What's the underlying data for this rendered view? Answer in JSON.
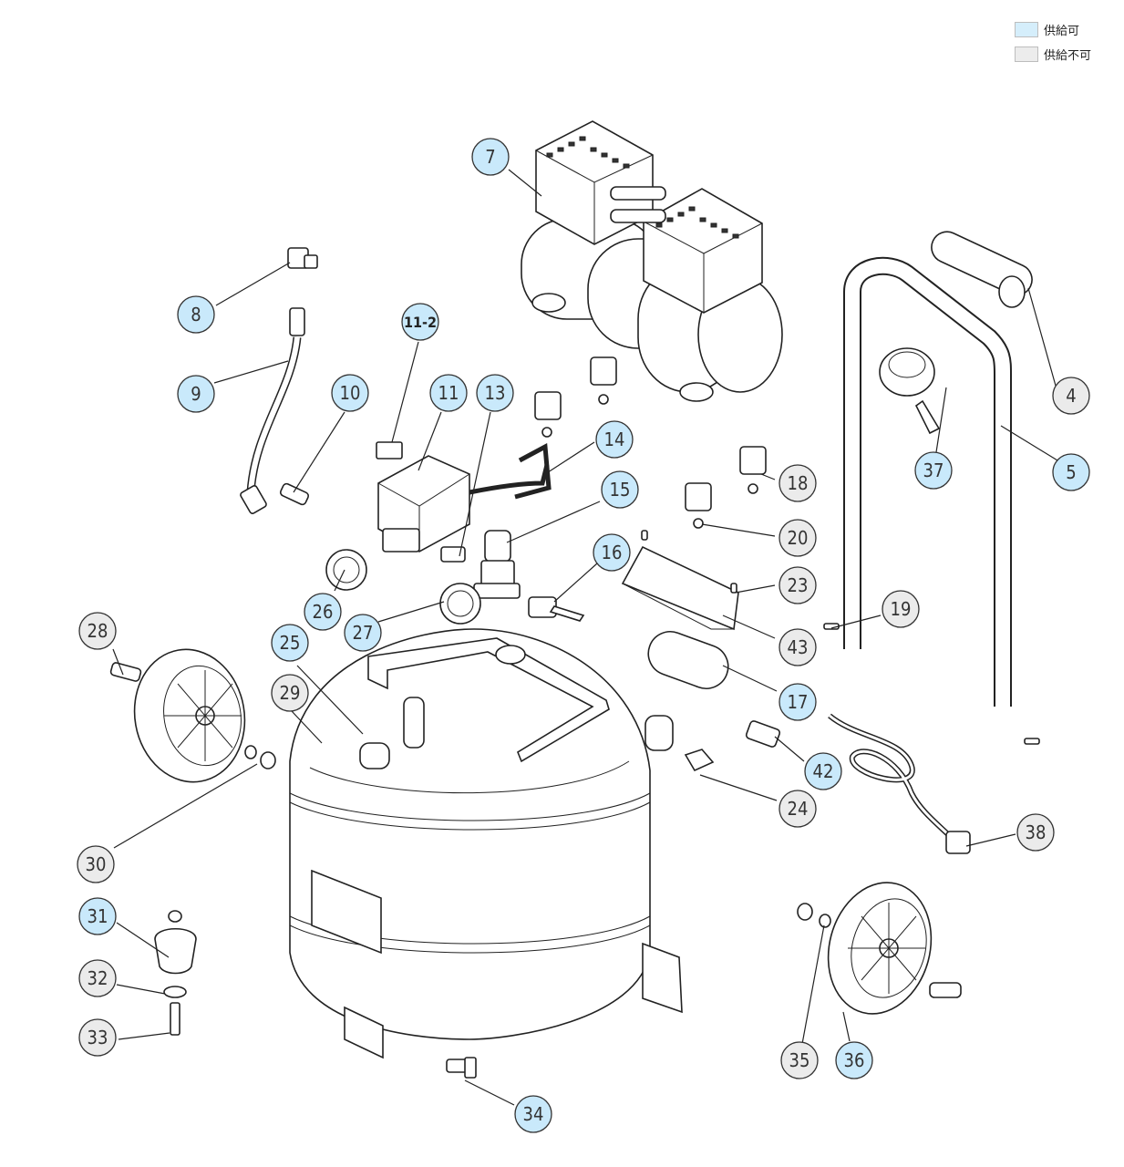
{
  "legend": {
    "available": {
      "label": "供給可",
      "color": "#d5eefb"
    },
    "unavailable": {
      "label": "供給不可",
      "color": "#ececec"
    }
  },
  "colors": {
    "available_fill": "#c9e9fb",
    "unavailable_fill": "#ebebeb",
    "stroke": "#333333",
    "leader": "#222222"
  },
  "callouts": [
    {
      "id": "7",
      "label": "7",
      "status": "available"
    },
    {
      "id": "8",
      "label": "8",
      "status": "available"
    },
    {
      "id": "11-2",
      "label": "11-2",
      "status": "available",
      "bold": true
    },
    {
      "id": "9",
      "label": "9",
      "status": "available"
    },
    {
      "id": "10",
      "label": "10",
      "status": "available"
    },
    {
      "id": "11",
      "label": "11",
      "status": "available"
    },
    {
      "id": "13",
      "label": "13",
      "status": "available"
    },
    {
      "id": "14",
      "label": "14",
      "status": "available"
    },
    {
      "id": "15",
      "label": "15",
      "status": "available"
    },
    {
      "id": "16",
      "label": "16",
      "status": "available"
    },
    {
      "id": "4",
      "label": "4",
      "status": "unavailable"
    },
    {
      "id": "5",
      "label": "5",
      "status": "available"
    },
    {
      "id": "37",
      "label": "37",
      "status": "available"
    },
    {
      "id": "18",
      "label": "18",
      "status": "unavailable"
    },
    {
      "id": "20",
      "label": "20",
      "status": "unavailable"
    },
    {
      "id": "23",
      "label": "23",
      "status": "unavailable"
    },
    {
      "id": "19",
      "label": "19",
      "status": "unavailable"
    },
    {
      "id": "43",
      "label": "43",
      "status": "unavailable"
    },
    {
      "id": "17",
      "label": "17",
      "status": "available"
    },
    {
      "id": "26",
      "label": "26",
      "status": "available"
    },
    {
      "id": "27",
      "label": "27",
      "status": "available"
    },
    {
      "id": "25",
      "label": "25",
      "status": "available"
    },
    {
      "id": "28",
      "label": "28",
      "status": "unavailable"
    },
    {
      "id": "29",
      "label": "29",
      "status": "unavailable"
    },
    {
      "id": "42",
      "label": "42",
      "status": "available"
    },
    {
      "id": "24",
      "label": "24",
      "status": "unavailable"
    },
    {
      "id": "38",
      "label": "38",
      "status": "unavailable"
    },
    {
      "id": "30",
      "label": "30",
      "status": "unavailable"
    },
    {
      "id": "31",
      "label": "31",
      "status": "available"
    },
    {
      "id": "32",
      "label": "32",
      "status": "unavailable"
    },
    {
      "id": "33",
      "label": "33",
      "status": "unavailable"
    },
    {
      "id": "35",
      "label": "35",
      "status": "unavailable"
    },
    {
      "id": "36",
      "label": "36",
      "status": "available"
    },
    {
      "id": "34",
      "label": "34",
      "status": "available"
    }
  ]
}
